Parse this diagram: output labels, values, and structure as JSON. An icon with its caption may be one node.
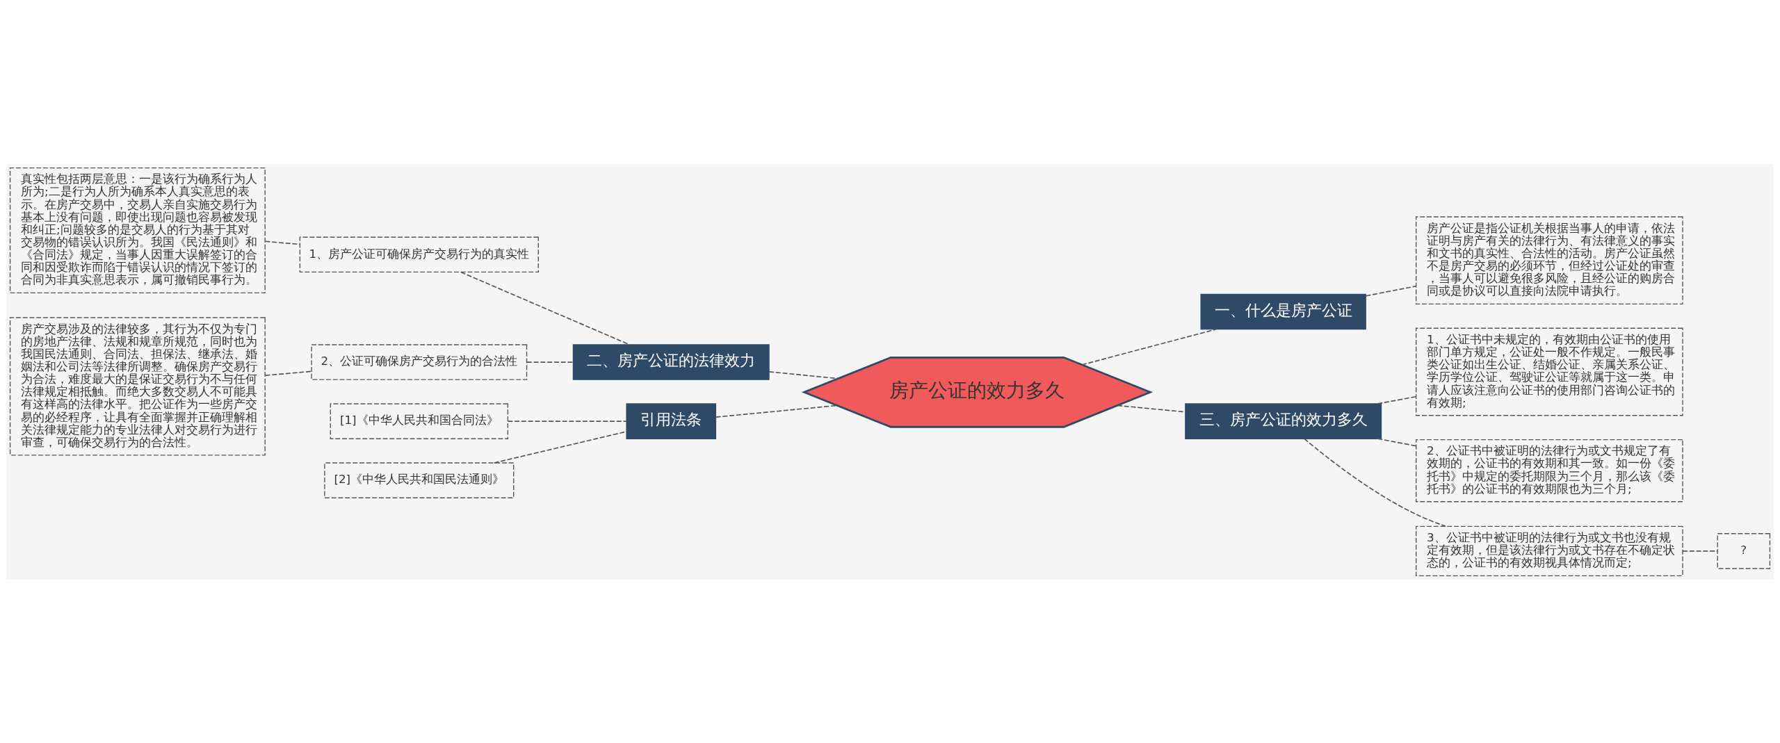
{
  "diagram": {
    "nodes": [
      {
        "text": [
          "房产公证的效力多久"
        ]
      },
      {
        "text": [
          "二、房产公证的法律效力"
        ]
      },
      {
        "text": [
          "1、房产公证可确保房产交易行为的真实性"
        ]
      },
      {
        "text": [
          "真实性包括两层意思：一是该行为确系行为人所为;二是行为人所为确系本人真实意思的表示。在房产交易中，交易人亲自实施交易行为基本上没有问题，即使出现问题也容易被发现和纠正;问题较多的是交易人的行为基于其对交易物的错误认识所为。我国《民法通则》和《合同法》规定，当事人因重大误解签订的合同和因受欺诈而陷于错误认识的情况下签订的合同为非真实意思表示，属可撤销民事行为。"
        ]
      },
      {
        "text": [
          "2、公证可确保房产交易行为的合法性"
        ]
      },
      {
        "text": [
          "房产交易涉及的法律较多，其行为不仅为专门的房地产法律、法规和规章所规范，同时也为我国民法通则、合同法、担保法、继承法、婚姻法和公司法等法律所调整。确保房产交易行为合法，难度最大的是保证交易行为不与任何法律规定相抵触。而绝大多数交易人不可能具有这样高的法律水平。把公证作为一些房产交易的必经程序，让具有全面掌握并正确理解相关法律规定能力的专业法律人对交易行为进行审查，可确保交易行为的合法性。"
        ]
      },
      {
        "text": [
          "引用法条"
        ]
      },
      {
        "text": [
          "[1]《中华人民共和国合同法》"
        ]
      },
      {
        "text": [
          "[2]《中华人民共和国民法通则》"
        ]
      },
      {
        "text": [
          "一、什么是房产公证"
        ]
      },
      {
        "text": [
          "房产公证是指公证机关根据当事人的申请，依法证明与房产有关的法律行为、有法律意义的事实和文书的真实性、合法性的活动。房产公证虽然不是房产交易的必须环节，但经过公证处的审查，当事人可以避免很多风险，且经公证的购房合同或是协议可以直接向法院申请执行。"
        ]
      },
      {
        "text": [
          "三、房产公证的效力多久"
        ]
      },
      {
        "text": [
          "1、公证书中未规定的，有效期由公证书的使用部门单方规定，公证处一般不作规定。一般民事类公证如出生公证、结婚公证、亲属关系公证、学历学位公证、驾驶证公证等就属于这一类。申请人应该注意向公证书的使用部门咨询公证书的有效期;"
        ]
      },
      {
        "text": [
          "2、公证书中被证明的法律行为或文书规定了有效期的，公证书的有效期和其一致。如一份《委托书》中规定的委托期限为三个月，那么该《委托书》的公证书的有效期限也为三个月;"
        ]
      },
      {
        "text": [
          "3、公证书中被证明的法律行为或文书也没有规定有效期，但是该法律行为或文书存在不确定状态的，公证书的有效期视具体情况而定;"
        ]
      },
      {
        "text": [
          "?"
        ]
      }
    ],
    "edges": [
      {
        "from": 0,
        "to": 1,
        "arrow": "none"
      },
      {
        "from": 1,
        "to": 2,
        "arrow": "none"
      },
      {
        "from": 2,
        "to": 3,
        "arrow": "none"
      },
      {
        "from": 1,
        "to": 4,
        "arrow": "none"
      },
      {
        "from": 4,
        "to": 5,
        "arrow": "none"
      },
      {
        "from": 0,
        "to": 6,
        "arrow": "none"
      },
      {
        "from": 6,
        "to": 7,
        "arrow": "none"
      },
      {
        "from": 6,
        "to": 8,
        "arrow": "none"
      },
      {
        "from": 0,
        "to": 9,
        "arrow": "none"
      },
      {
        "from": 9,
        "to": 10,
        "arrow": "none"
      },
      {
        "from": 0,
        "to": 11,
        "arrow": "none"
      },
      {
        "from": 11,
        "to": 12,
        "arrow": "none"
      },
      {
        "from": 11,
        "to": 13,
        "arrow": "none"
      },
      {
        "from": 11,
        "to": 14,
        "arrow": "none"
      },
      {
        "from": 14,
        "to": 15,
        "arrow": "none"
      }
    ]
  }
}
